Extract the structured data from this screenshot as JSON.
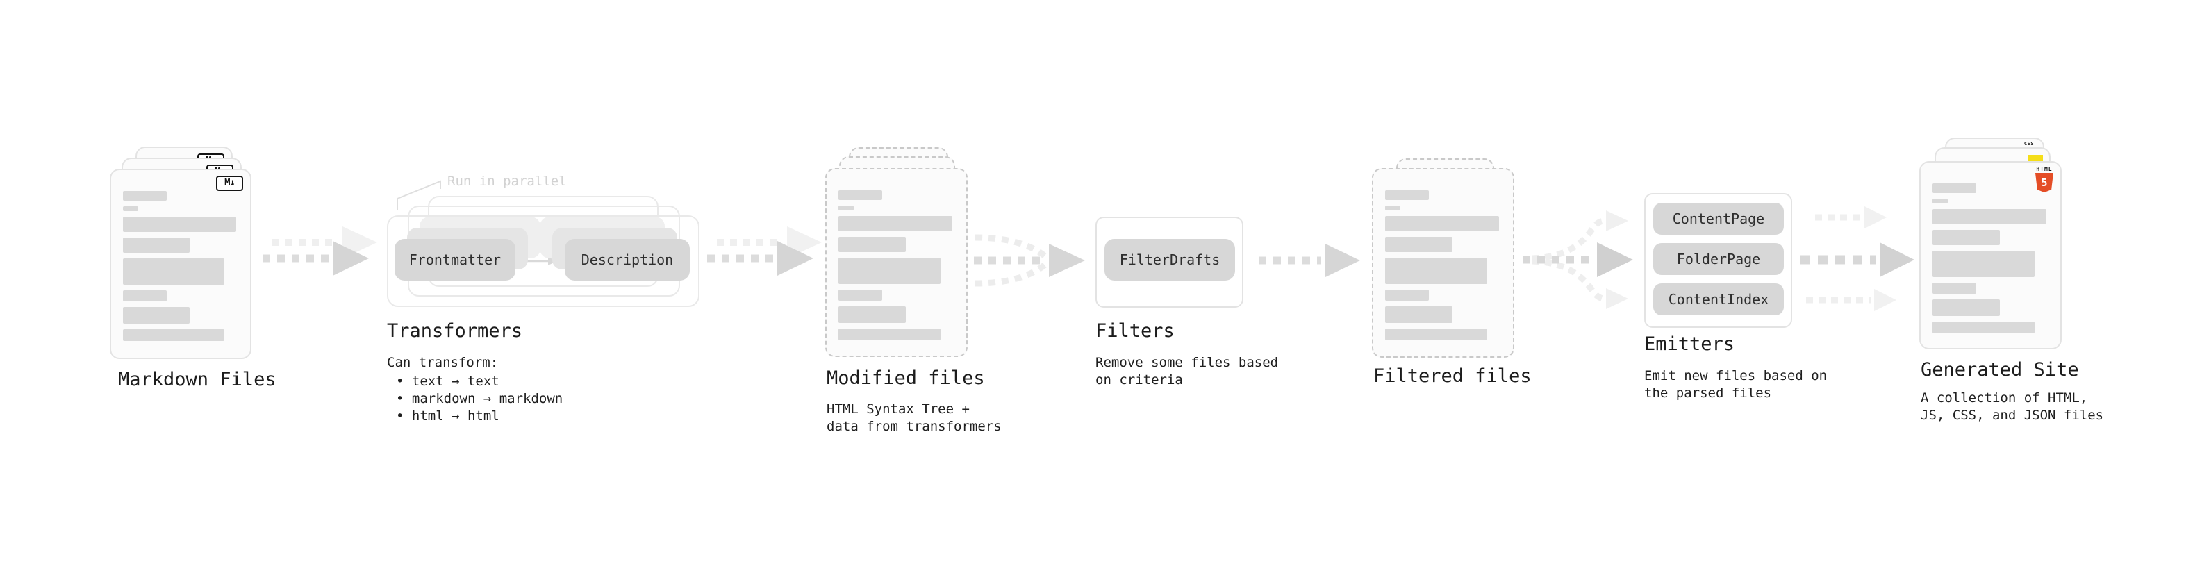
{
  "pipeline": {
    "markdown_files": {
      "title": "Markdown Files",
      "badge": "M↓"
    },
    "transformers": {
      "title": "Transformers",
      "annotation": "Run in parallel",
      "left_box": "Frontmatter",
      "right_box": "Description",
      "subtitle": "Can transform:",
      "bullets": [
        "• text → text",
        "• markdown → markdown",
        "• html → html"
      ]
    },
    "modified_files": {
      "title": "Modified files",
      "description": "HTML Syntax Tree +\ndata from transformers"
    },
    "filters": {
      "title": "Filters",
      "box": "FilterDrafts",
      "description": "Remove some files based\non criteria"
    },
    "filtered_files": {
      "title": "Filtered files"
    },
    "emitters": {
      "title": "Emitters",
      "boxes": [
        "ContentPage",
        "FolderPage",
        "ContentIndex"
      ],
      "description": "Emit new files based on\nthe parsed files"
    },
    "generated_site": {
      "title": "Generated Site",
      "description": "A collection of HTML,\nJS, CSS, and JSON files",
      "badges": {
        "html5_label": "HTML",
        "html5_number": "5",
        "css_label": "CSS"
      }
    }
  },
  "colors": {
    "background": "#ffffff",
    "html5_orange": "#e44d26",
    "js_yellow": "#f5de19",
    "css_blue": "#2d63f1",
    "card_border": "#e3e3e3",
    "dashed_border": "#c9c9c9",
    "placeholder_bar": "#d9d9d9",
    "pill_gray": "#d7d7d7",
    "arrow_dark": "#dcdcdc",
    "arrow_light": "#eeeeee",
    "text_dark": "#1c1c1c",
    "annotation_gray": "#d2d2d2"
  }
}
